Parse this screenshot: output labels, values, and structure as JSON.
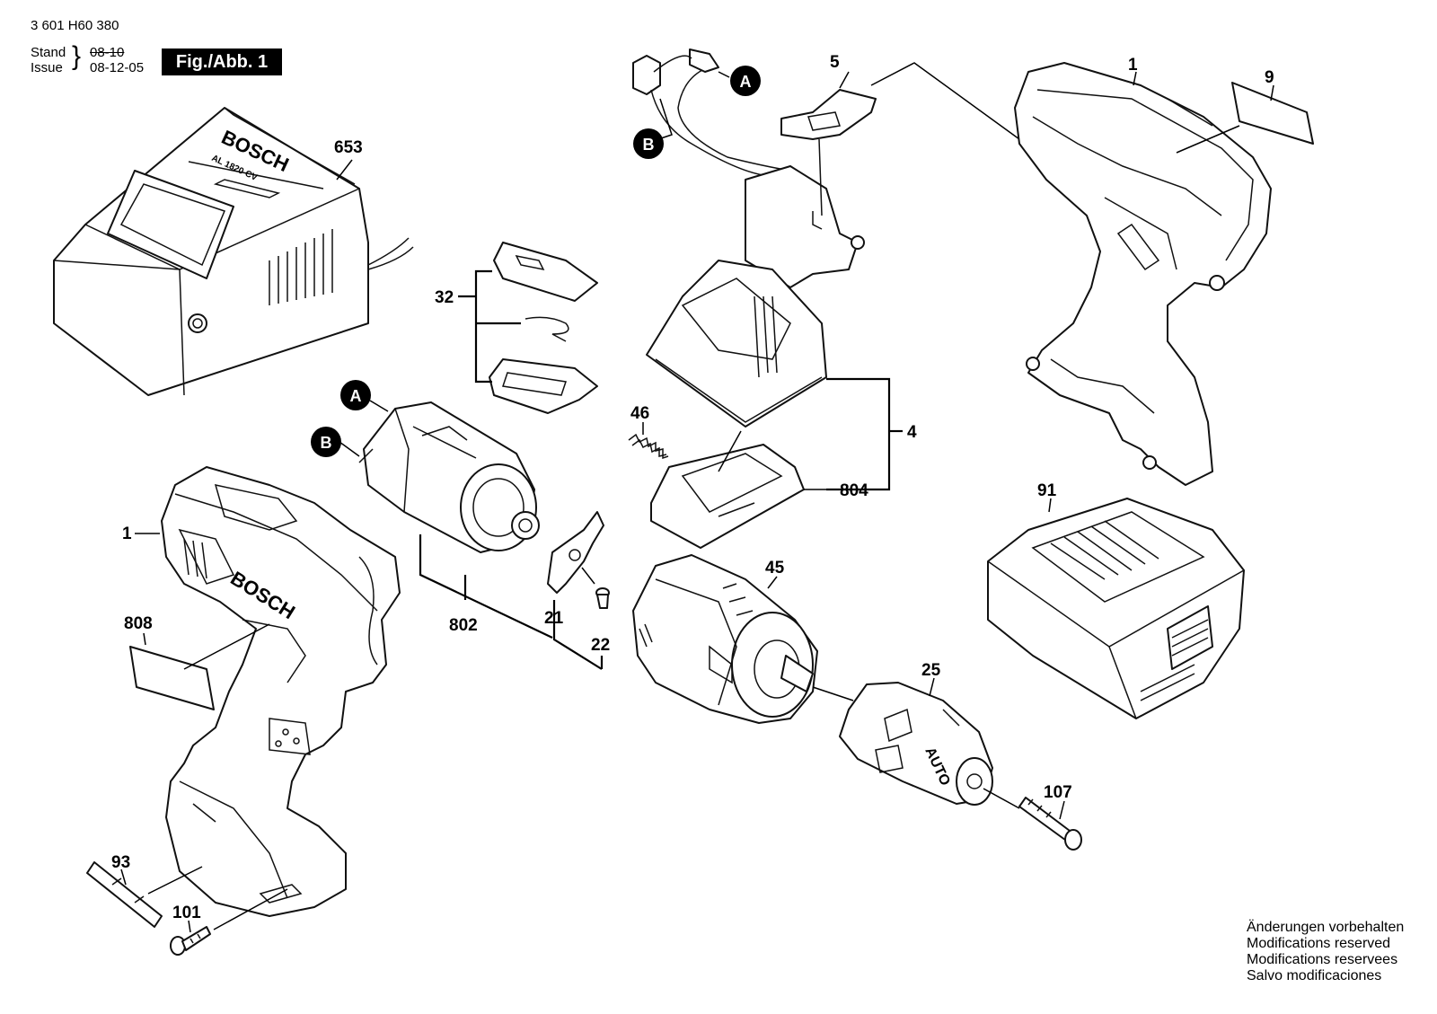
{
  "header": {
    "doc_number": "3 601 H60 380",
    "stand_label": "Stand",
    "issue_label": "Issue",
    "stand_date": "08-10",
    "issue_date": "08-12-05",
    "figure_badge": "Fig./Abb. 1"
  },
  "callouts": {
    "653": "653",
    "32": "32",
    "5": "5",
    "1_top": "1",
    "9": "9",
    "46": "46",
    "4": "4",
    "804": "804",
    "91": "91",
    "1_left": "1",
    "808": "808",
    "802": "802",
    "21": "21",
    "22": "22",
    "45": "45",
    "25": "25",
    "107": "107",
    "93": "93",
    "101": "101"
  },
  "connectors": {
    "a_top": "A",
    "b_top": "B",
    "a_motor": "A",
    "b_motor": "B"
  },
  "brand_text": {
    "charger_brand": "BOSCH",
    "charger_model": "AL 1820 CV",
    "housing_brand": "BOSCH",
    "chuck_auto": "AUTO"
  },
  "footer": {
    "line1": "Änderungen vorbehalten",
    "line2": "Modifications reserved",
    "line3": "Modifications reservees",
    "line4": "Salvo modificaciones"
  }
}
